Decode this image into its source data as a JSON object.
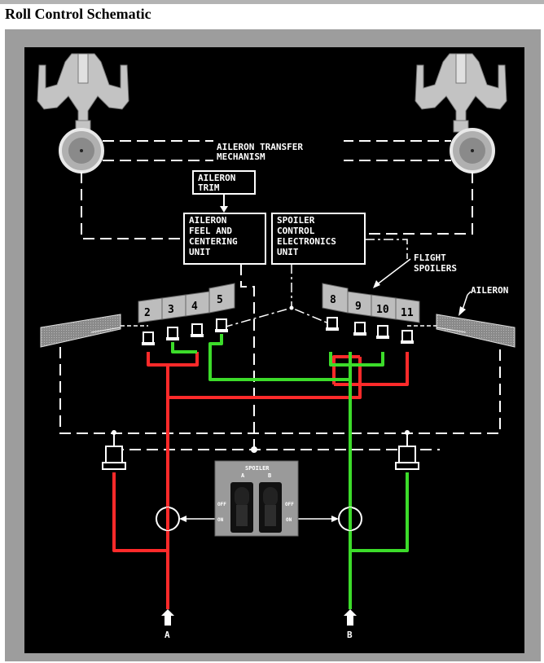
{
  "title": "Roll Control Schematic",
  "labels": {
    "aileron_transfer": [
      "AILERON TRANSFER",
      "MECHANISM"
    ],
    "aileron_trim": [
      "AILERON",
      "TRIM"
    ],
    "feel_centering": [
      "AILERON",
      "FEEL AND",
      "CENTERING",
      "UNIT"
    ],
    "spoiler_control": [
      "SPOILER",
      "CONTROL",
      "ELECTRONICS",
      "UNIT"
    ],
    "flight_spoilers": [
      "FLIGHT",
      "SPOILERS"
    ],
    "aileron": "AILERON",
    "spoiler_panel_title": "SPOILER",
    "switch_a": "A",
    "switch_b": "B",
    "off": "OFF",
    "on": "ON",
    "system_a": "A",
    "system_b": "B"
  },
  "spoilers_left": [
    "2",
    "3",
    "4",
    "5"
  ],
  "spoilers_right": [
    "8",
    "9",
    "10",
    "11"
  ],
  "colors": {
    "hydraulic_a": "#ff2a2a",
    "hydraulic_b": "#3cdc2a",
    "mechanical": "#ffffff",
    "background": "#000000",
    "component": "#c8c8c8"
  }
}
